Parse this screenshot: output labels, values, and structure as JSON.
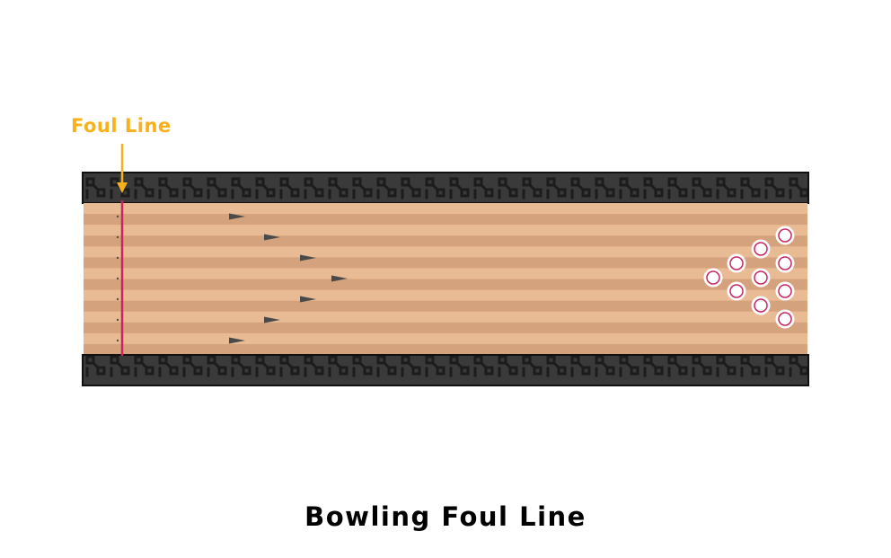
{
  "labels": {
    "foul_line": "Foul Line",
    "title": "Bowling Foul Line"
  },
  "colors": {
    "foul_label": "#f7b21b",
    "foul_line": "#c8265c",
    "gutter_bg": "#3a3a3a",
    "gutter_pattern": "#1c1c1c",
    "lane_dark": "#d4a37d",
    "lane_light": "#e8bb94",
    "arrow": "#4a4a4a",
    "pin_ring": "#c8265c",
    "pin_fill": "#ffffff"
  },
  "diagram": {
    "lane_board_stripes": 14,
    "approach_dots": 7,
    "target_arrows": 7,
    "pins": 10
  }
}
